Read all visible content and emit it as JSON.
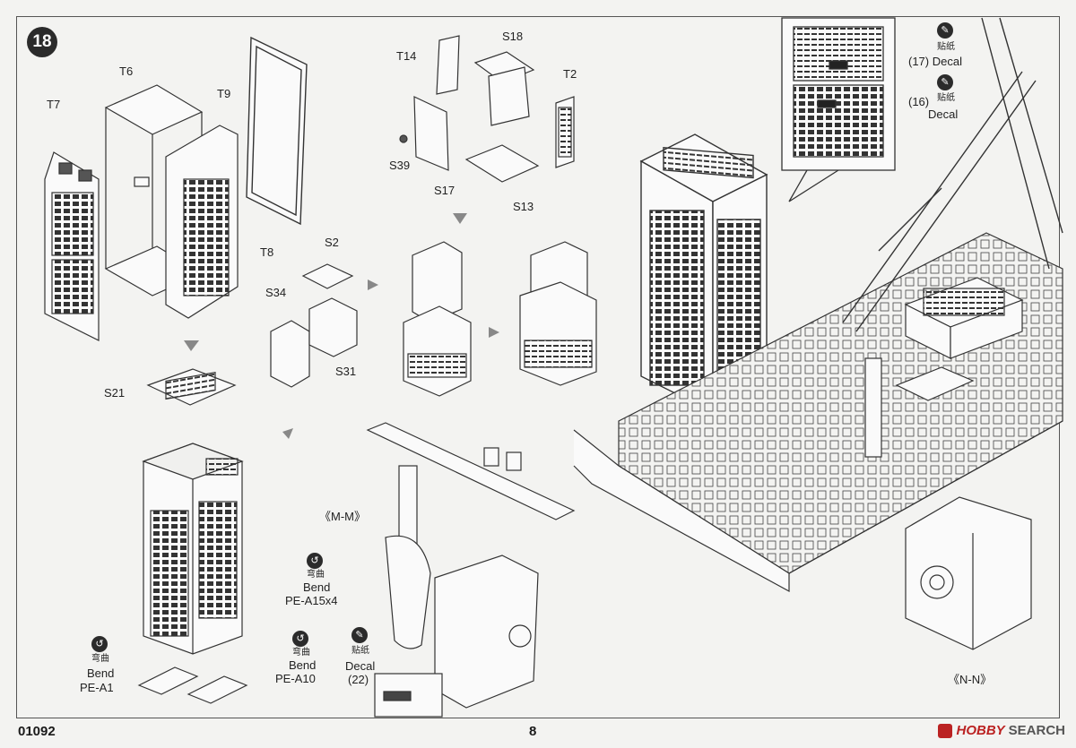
{
  "step": {
    "number": "18"
  },
  "footer": {
    "code": "01092",
    "page": "8",
    "brand": "HOBBY",
    "brand_rest": "SEARCH"
  },
  "parts": {
    "t7": "T7",
    "t6": "T6",
    "t9": "T9",
    "t8": "T8",
    "t14": "T14",
    "s18": "S18",
    "t2": "T2",
    "s39": "S39",
    "s17": "S17",
    "s13": "S13",
    "s2": "S2",
    "s34": "S34",
    "s31": "S31",
    "s21": "S21"
  },
  "callouts": {
    "decal17": "(17) Decal",
    "decal16_num": "(16)",
    "decal16_word": "Decal",
    "decal_cn": "贴纸",
    "bend_cn": "弯曲",
    "bend": "Bend",
    "pe_a15": "PE-A15x4",
    "pe_a1": "PE-A1",
    "pe_a10": "PE-A10",
    "decal": "Decal",
    "decal22": "(22)",
    "mm": "《M-M》",
    "nn": "《N-N》"
  },
  "colors": {
    "ink": "#1a1a1a",
    "paper": "#f3f3f1",
    "line": "#333333",
    "accent": "#b22222"
  }
}
